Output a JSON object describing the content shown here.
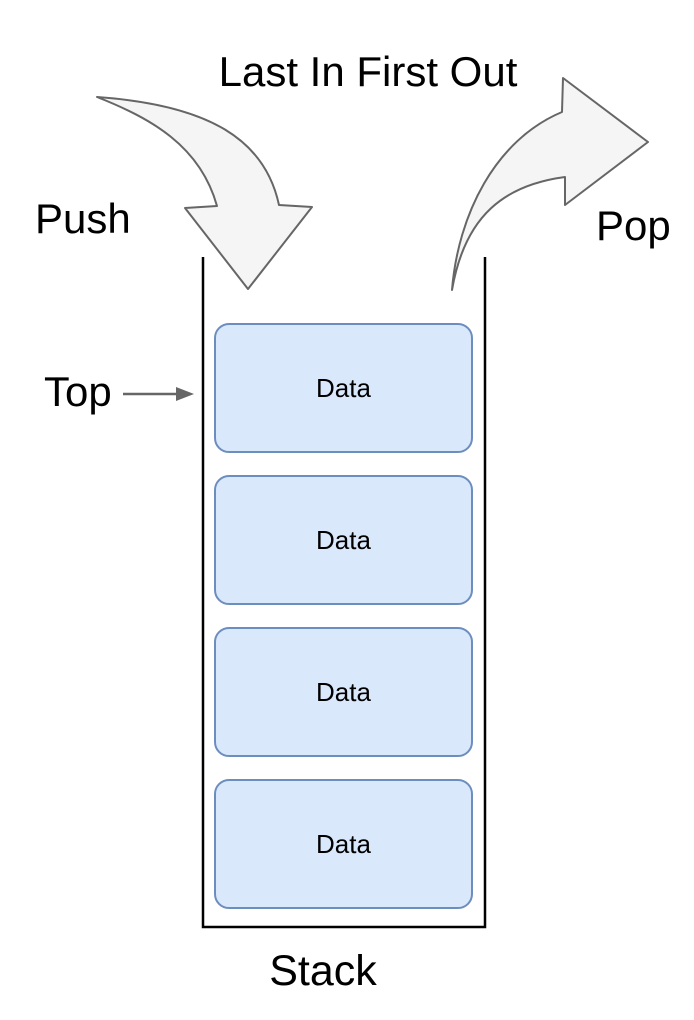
{
  "title": "Last In First Out",
  "labels": {
    "push": "Push",
    "pop": "Pop",
    "top": "Top",
    "stack": "Stack"
  },
  "stack": {
    "items": [
      {
        "label": "Data"
      },
      {
        "label": "Data"
      },
      {
        "label": "Data"
      },
      {
        "label": "Data"
      }
    ]
  },
  "icons": {
    "push_arrow": "curved-swoosh-arrow-down",
    "pop_arrow": "curved-swoosh-arrow-up-right",
    "top_pointer": "right-arrow"
  },
  "colors": {
    "background": "#ffffff",
    "text": "#000000",
    "item_fill": "#dae8fc",
    "item_border": "#6c8ebf",
    "arrow_fill": "#f5f5f5",
    "arrow_stroke": "#666666",
    "container_stroke": "#000000",
    "pointer_stroke": "#666666"
  }
}
